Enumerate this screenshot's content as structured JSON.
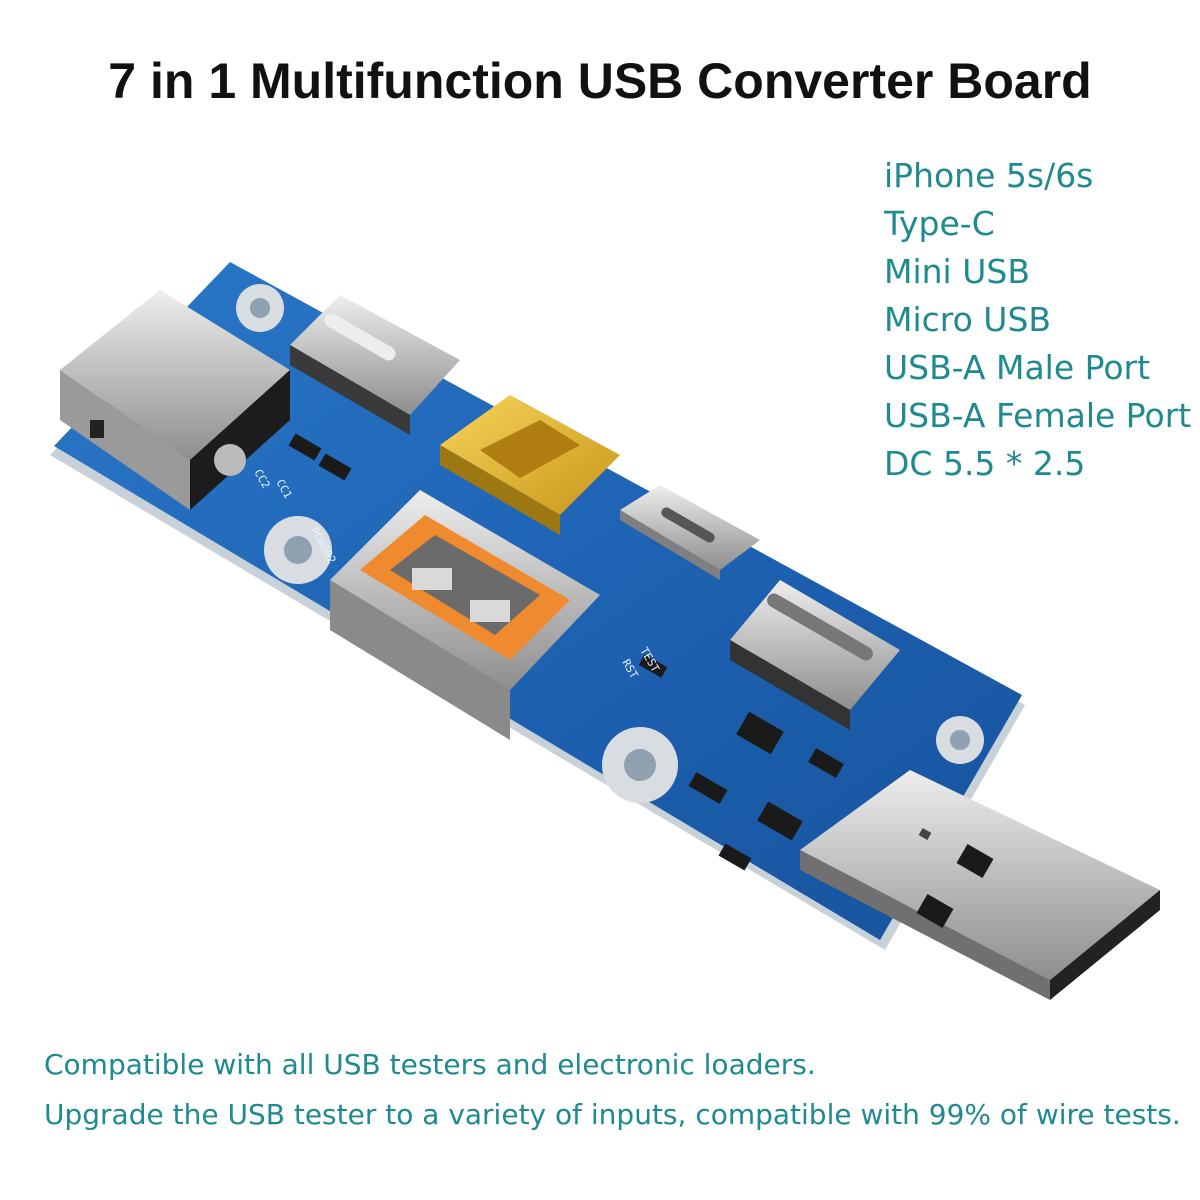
{
  "title": "7 in 1 Multifunction USB Converter Board",
  "features": [
    "iPhone 5s/6s",
    "Type-C",
    "Mini USB",
    "Micro USB",
    "USB-A Male Port",
    "USB-A Female Port",
    "DC 5.5 * 2.5"
  ],
  "footer": {
    "line1": "Compatible with all USB testers and electronic loaders.",
    "line2": "Upgrade the USB tester to a variety of inputs, compatible with 99% of wire tests."
  },
  "board_labels": {
    "model": "POW002",
    "cc1": "CC1",
    "cc2": "CC2",
    "test": "TEST",
    "rst": "RST"
  },
  "colors": {
    "title": "#111111",
    "accent_text": "#1f8a8f",
    "pcb_blue": "#1f63b4",
    "pcb_edge": "#cfd6dc",
    "connector_orange": "#f08a2e",
    "connector_gold": "#e4b321",
    "metal": "#c8c8c8"
  }
}
